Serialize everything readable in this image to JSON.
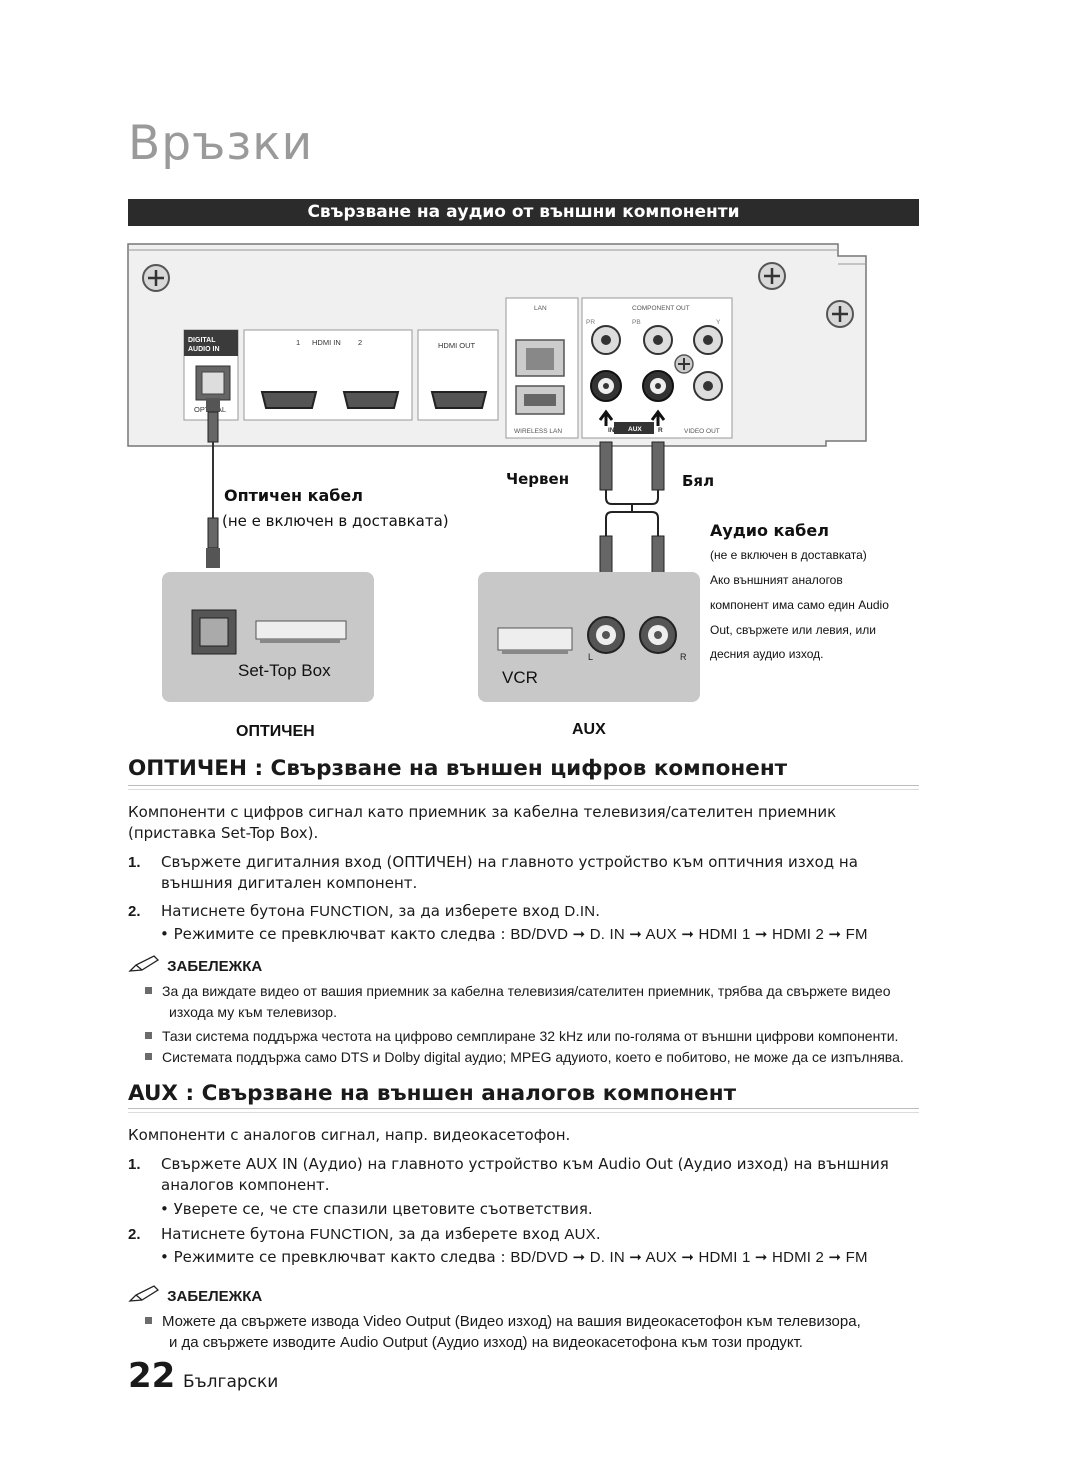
{
  "chapter_title": "Връзки",
  "section_banner": "Свързване на аудио от външни компоненти",
  "diagram": {
    "panel_labels": {
      "digital_audio_in": [
        "DIGITAL",
        "AUDIO IN"
      ],
      "hdmi_in": "HDMI IN",
      "hdmi_in_1": "1",
      "hdmi_in_2": "2",
      "hdmi_out": "HDMI OUT",
      "optical": "OPTICAL",
      "lan": "LAN",
      "wireless_lan": "WIRELESS LAN",
      "component_out": "COMPONENT OUT",
      "comp_pr": "PR",
      "comp_pb": "PB",
      "comp_y": "Y",
      "aux_in_l": "IN",
      "aux": "AUX",
      "aux_in_r": "R",
      "video_out": "VIDEO OUT"
    },
    "optical_cable_label": "Оптичен кабел",
    "optical_cable_note": "(не е включен в доставката)",
    "red_label": "Червен",
    "white_label": "Бял",
    "audio_cable_label": "Аудио кабел",
    "audio_cable_note": [
      "(не е включен в доставката)",
      "Ако външният аналогов",
      "компонент има само един Audio",
      "Out, свържете или левия, или",
      "десния аудио изход."
    ],
    "set_top_box_label": "Set-Top Box",
    "vcr_label": "VCR",
    "vcr_l": "L",
    "vcr_r": "R",
    "optical_caption": "ОПТИЧЕН",
    "aux_caption": "AUX"
  },
  "optical_section": {
    "heading": "ОПТИЧЕН : Свързване на външен цифров компонент",
    "intro_1": "Компоненти с цифров сигнал като приемник за кабелна телевизия/сателитен приемник",
    "intro_2": "(приставка Set-Top Box).",
    "step1_num": "1.",
    "step1_a": "Свържете дигиталния вход (ОПТИЧЕН) на главното устройство към оптичния изход на",
    "step1_b": "външния дигитален компонент.",
    "step2_num": "2.",
    "step2_pre": "Натиснете бутона ",
    "step2_kw": "FUNCTION",
    "step2_mid": ", за да изберете вход ",
    "step2_kw2": "D.IN",
    "step2_end": ".",
    "bullet_pre": "Режимите се превключват както следва : ",
    "bullet_seq": "BD/DVD ➞ D. IN ➞ AUX ➞ HDMI 1 ➞ HDMI 2 ➞ FM",
    "note_label": "ЗАБЕЛЕЖКА",
    "notes": [
      "За да виждате видео от вашия приемник за кабелна телевизия/сателитен приемник, трябва да свържете видео",
      "изхода му към телевизор.",
      "Тази система поддържа честота на цифрово семплиране 32 kHz или по-голяма от външни цифрови компоненти.",
      "Системата поддържа само DTS и Dolby digital аудио; MPEG адуиото, което е побитово, не може да се изпълнява."
    ]
  },
  "aux_section": {
    "heading": "AUX : Свързване на външен аналогов компонент",
    "intro": "Компоненти с аналогов сигнал, напр. видеокасетофон.",
    "step1_num": "1.",
    "step1_a": "Свържете AUX IN (Аудио) на главното устройство към Audio Out (Аудио изход) на външния",
    "step1_b": "аналогов компонент.",
    "step1_bullet": "Уверете се, че сте спазили цветовите съответствия.",
    "step2_num": "2.",
    "step2_pre": "Натиснете бутона ",
    "step2_kw": "FUNCTION",
    "step2_mid": ", за да изберете вход ",
    "step2_kw2": "AUX",
    "step2_end": ".",
    "bullet_pre": "Режимите се превключват както следва : ",
    "bullet_seq": "BD/DVD ➞ D. IN ➞ AUX ➞ HDMI 1 ➞ HDMI 2 ➞ FM",
    "note_label": "ЗАБЕЛЕЖКА",
    "notes": [
      "Можете да свържете извода Video Output (Видео изход) на вашия видеокасетофон към телевизора,",
      "и да свържете изводите Audio Output (Аудио изход) на видеокасетофона към този продукт."
    ]
  },
  "footer": {
    "page_number": "22",
    "language": "Български"
  }
}
